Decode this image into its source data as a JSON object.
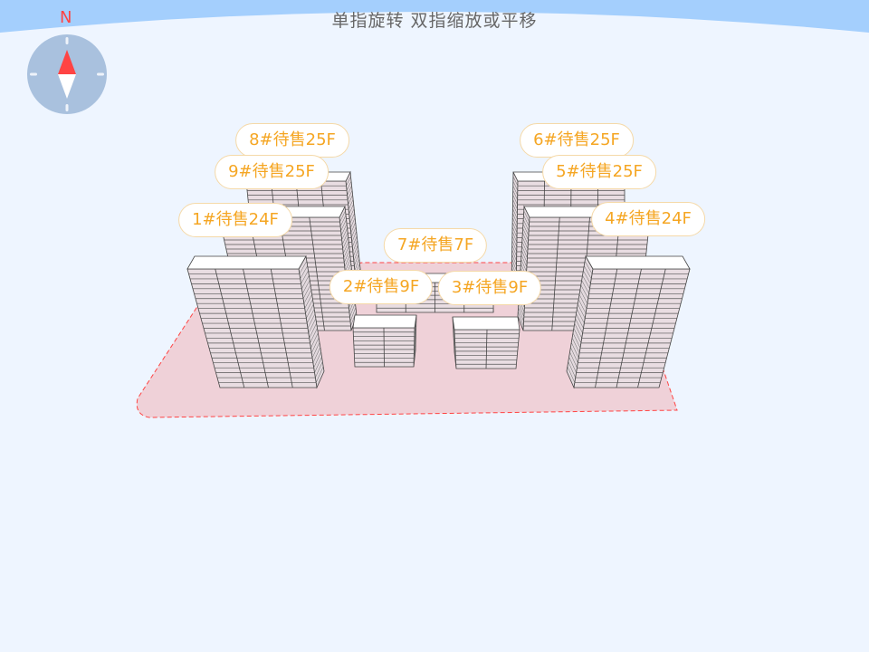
{
  "hint": "单指旋转 双指缩放或平移",
  "compass": {
    "north_label": "N",
    "needle_color": "#ff4444",
    "dial_color": "#a9c1de"
  },
  "colors": {
    "accent": "#f5a623",
    "sky": "#a4cffd",
    "background": "#eef5ff",
    "plot_fill": "#efd1d8",
    "plot_border": "#ff4444"
  },
  "buildings": [
    {
      "id": "8",
      "label": "8#待售25F",
      "floors": 25
    },
    {
      "id": "9",
      "label": "9#待售25F",
      "floors": 25
    },
    {
      "id": "1",
      "label": "1#待售24F",
      "floors": 24
    },
    {
      "id": "6",
      "label": "6#待售25F",
      "floors": 25
    },
    {
      "id": "5",
      "label": "5#待售25F",
      "floors": 25
    },
    {
      "id": "4",
      "label": "4#待售24F",
      "floors": 24
    },
    {
      "id": "7",
      "label": "7#待售7F",
      "floors": 7
    },
    {
      "id": "2",
      "label": "2#待售9F",
      "floors": 9
    },
    {
      "id": "3",
      "label": "3#待售9F",
      "floors": 9
    }
  ]
}
